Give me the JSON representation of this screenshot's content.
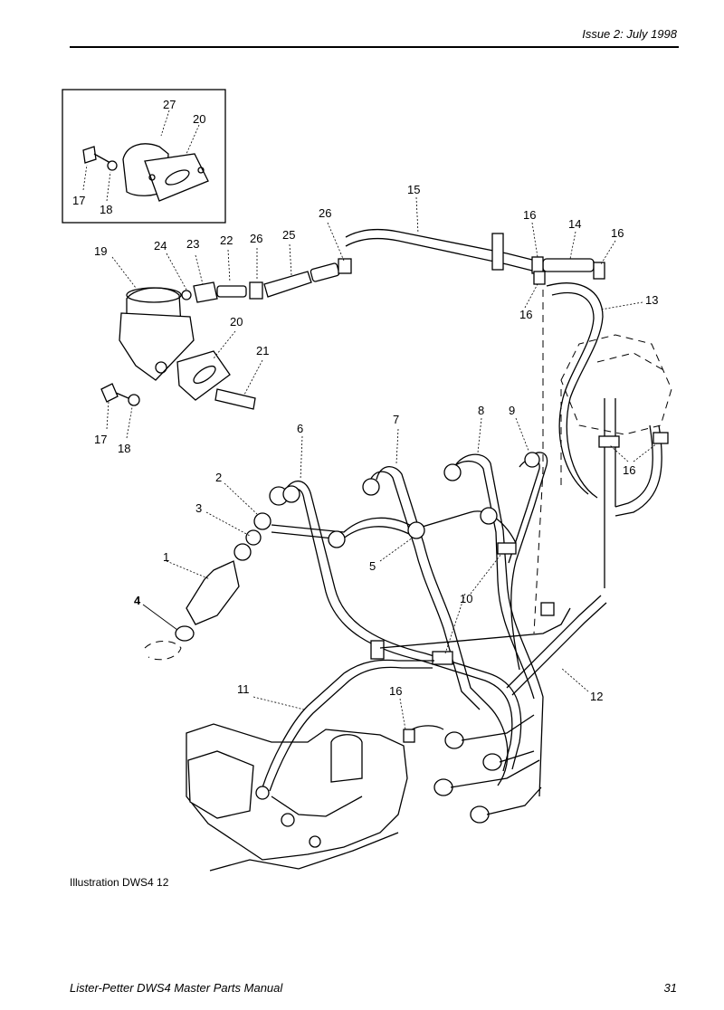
{
  "header": {
    "issue": "Issue 2: July 1998"
  },
  "diagram": {
    "callouts": {
      "c1": "1",
      "c2": "2",
      "c3": "3",
      "c4": "4",
      "c5": "5",
      "c6": "6",
      "c7": "7",
      "c8": "8",
      "c9": "9",
      "c10": "10",
      "c11": "11",
      "c12": "12",
      "c13": "13",
      "c14": "14",
      "c15": "15",
      "c16": "16",
      "c17": "17",
      "c18": "18",
      "c19": "19",
      "c20": "20",
      "c21": "21",
      "c22": "22",
      "c23": "23",
      "c24": "24",
      "c25": "25",
      "c26": "26",
      "c27": "27"
    }
  },
  "caption": {
    "illustration": "Illustration DWS4 12"
  },
  "footer": {
    "title": "Lister-Petter DWS4 Master Parts Manual",
    "page": "31"
  }
}
